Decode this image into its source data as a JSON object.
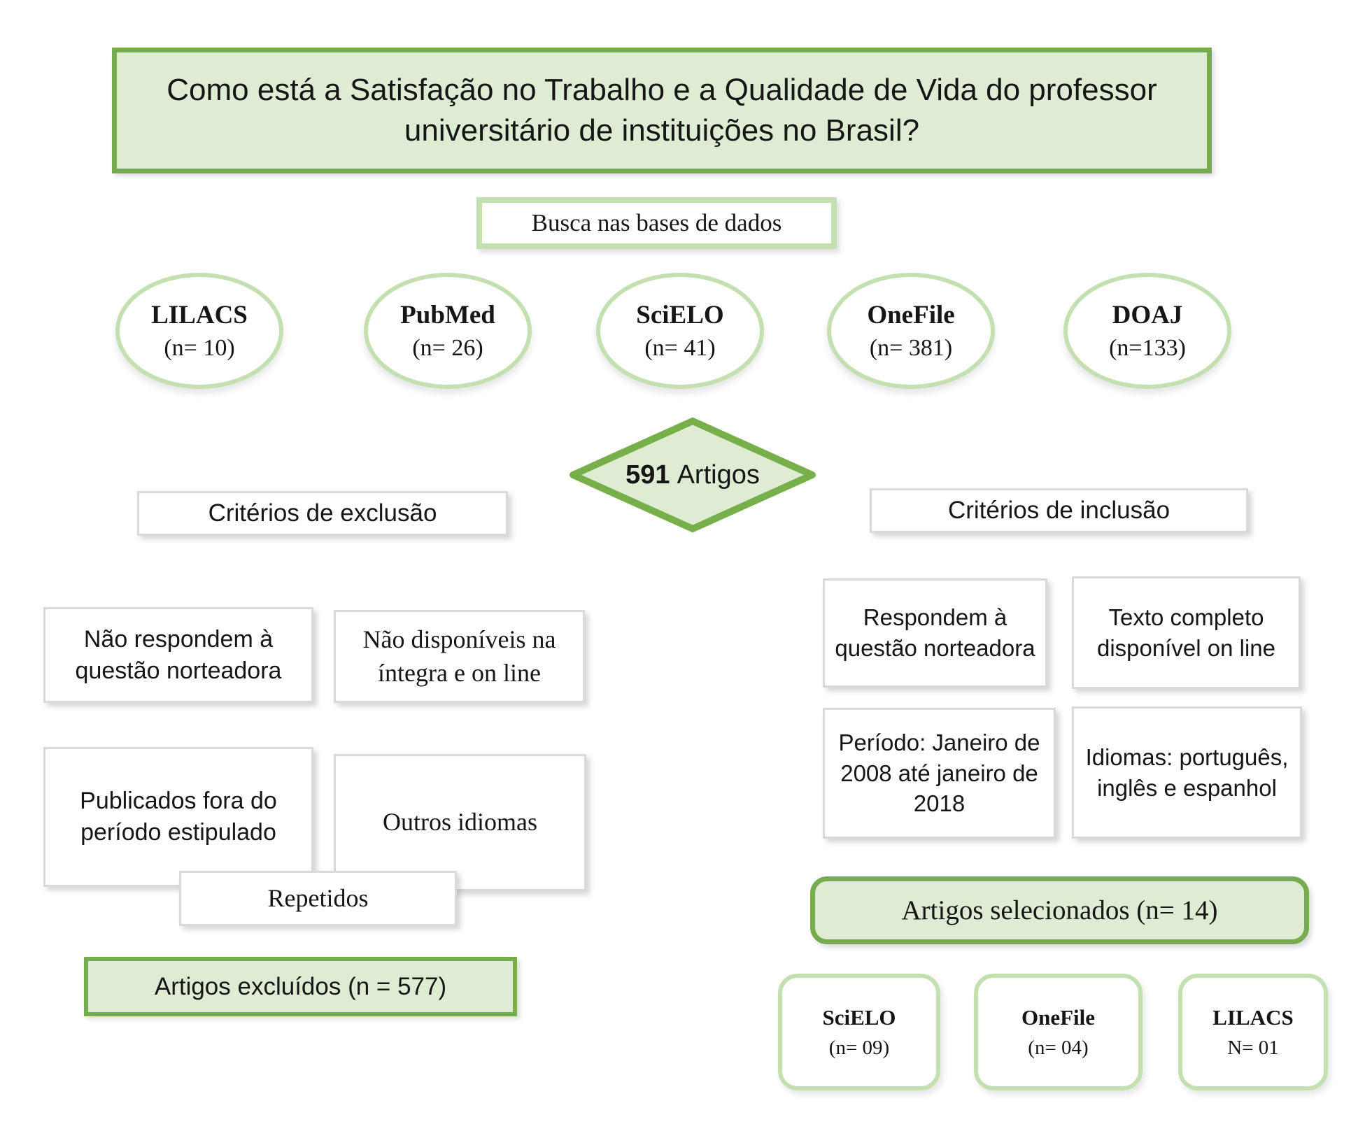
{
  "colors": {
    "green_dark": "#76ab4f",
    "green_fill": "#ddecd2",
    "green_light": "#c5e0b0",
    "gray_border": "#d9d9d9"
  },
  "title": "Como está a Satisfação no Trabalho e a Qualidade de Vida do professor universitário de instituições no Brasil?",
  "search_box": "Busca nas bases de dados",
  "databases": [
    {
      "name": "LILACS",
      "count": "(n= 10)"
    },
    {
      "name": "PubMed",
      "count": "(n= 26)"
    },
    {
      "name": "SciELO",
      "count": "(n= 41)"
    },
    {
      "name": "OneFile",
      "count": "(n= 381)"
    },
    {
      "name": "DOAJ",
      "count": "(n=133)"
    }
  ],
  "total": {
    "number": "591",
    "label": "Artigos"
  },
  "exclusion": {
    "header": "Critérios de exclusão",
    "items": [
      {
        "text": "Não respondem à questão norteadora"
      },
      {
        "text": "Não disponíveis na íntegra e on line"
      },
      {
        "text": "Publicados fora do período estipulado"
      },
      {
        "text": "Outros idiomas"
      },
      {
        "text": "Repetidos"
      }
    ],
    "result": "Artigos excluídos (n = 577)"
  },
  "inclusion": {
    "header": "Critérios de inclusão",
    "items": [
      {
        "text": "Respondem à questão norteadora"
      },
      {
        "text": "Texto completo disponível on line"
      },
      {
        "text": "Período: Janeiro de 2008 até janeiro de 2018"
      },
      {
        "text": "Idiomas: português, inglês e espanhol"
      }
    ],
    "result": "Artigos selecionados (n= 14)"
  },
  "selected_sources": [
    {
      "name": "SciELO",
      "count": "(n= 09)"
    },
    {
      "name": "OneFile",
      "count": "(n= 04)"
    },
    {
      "name": "LILACS",
      "count": "N= 01"
    }
  ]
}
